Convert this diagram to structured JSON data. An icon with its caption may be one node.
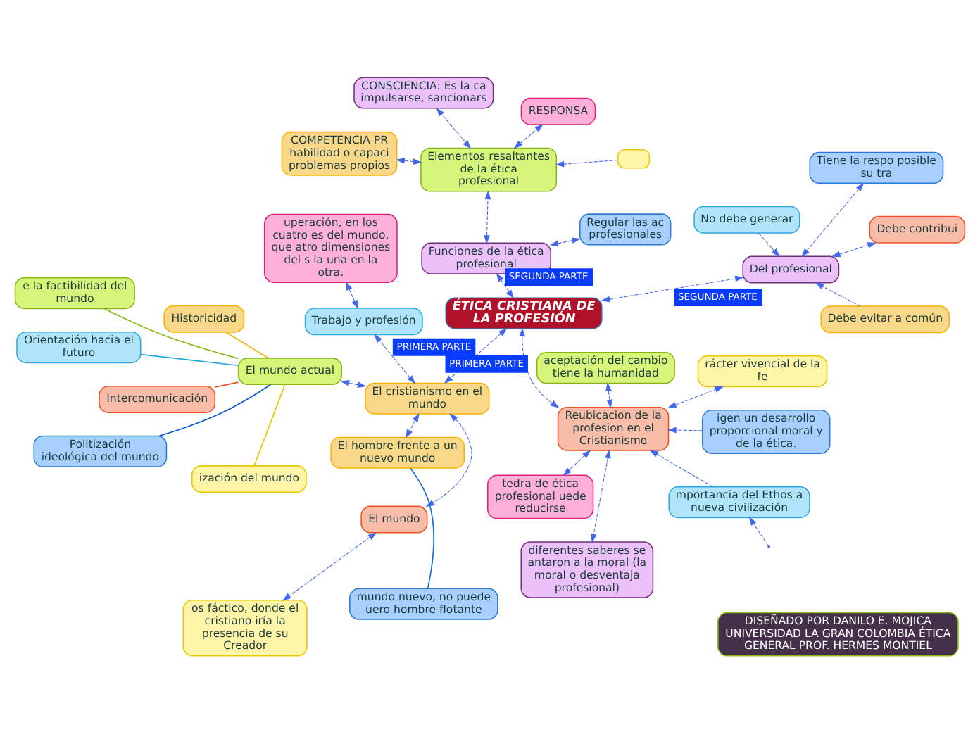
{
  "diagram": {
    "nodes": [
      {
        "text": [
          "ÉTICA CRISTIANA DE LA PROFESIÓN"
        ]
      },
      {
        "text": [
          "Reubicacion de la profesion en el Cristianismo"
        ]
      },
      {
        "text": [
          "mportancia del Ethos a nueva civilización"
        ]
      },
      {
        "text": [
          "aceptación del cambio tiene la humanidad"
        ]
      },
      {
        "text": [
          "rácter vivencial de la fe"
        ]
      },
      {
        "text": [
          "tedra de ética profesional uede reducirse"
        ]
      },
      {
        "text": [
          "diferentes saberes se antaron a la moral (la moral o desventaja profesional)"
        ]
      },
      {
        "text": [
          "igen un desarrollo proporcional moral y de la ética."
        ]
      },
      {
        "text": [
          "El cristianismo en el mundo"
        ]
      },
      {
        "text": [
          "El mundo"
        ]
      },
      {
        "text": [
          "os fáctico, donde el  cristiano iría la presencia de su Creador"
        ]
      },
      {
        "text": [
          "El hombre frente a un nuevo mundo"
        ]
      },
      {
        "text": [
          "mundo nuevo, no puede uero hombre flotante"
        ]
      },
      {
        "text": [
          "Trabajo y profesión"
        ]
      },
      {
        "text": [
          "uperación, en los cuatro es del mundo, que atro dimensiones del s la una en la otra."
        ]
      },
      {
        "text": [
          "El mundo actual"
        ]
      },
      {
        "text": [
          "ización del mundo"
        ]
      },
      {
        "text": [
          "e la factibilidad del mundo"
        ]
      },
      {
        "text": [
          "Orientación hacia el futuro"
        ]
      },
      {
        "text": [
          "Historicidad"
        ]
      },
      {
        "text": [
          "Intercomunicación"
        ]
      },
      {
        "text": [
          "Politización ideológica del mundo"
        ]
      },
      {
        "text": [
          "Funciones de la ética profesional"
        ]
      },
      {
        "text": [
          "Regular las ac profesionales"
        ]
      },
      {
        "text": [
          "Elementos resaltantes de la ética profesional"
        ]
      },
      {
        "text": [],
        "shape": "box"
      },
      {
        "text": [
          "RESPONSA"
        ]
      },
      {
        "text": [
          "CONSCIENCIA: Es la ca impulsarse, sancionars"
        ]
      },
      {
        "text": [
          "COMPETENCIA PR habilidad o capaci problemas propios"
        ]
      },
      {
        "text": [
          "Del profesional"
        ]
      },
      {
        "text": [
          "Tiene la respo posible su tra"
        ]
      },
      {
        "text": [
          "Debe contribui"
        ]
      },
      {
        "text": [
          "Debe evitar a común"
        ]
      },
      {
        "text": [
          "No debe generar"
        ]
      },
      {
        "text": [
          "DISEÑADO POR DANILO E. MOJICA UNIVERSIDAD LA GRAN COLOMBIA ÉTICA GENERAL PROF. HERMES MONTIEL"
        ]
      }
    ],
    "edges": [
      {
        "from": 1,
        "to": 0,
        "arrow": "both",
        "label": "PRIMERA PARTE",
        "style": "dashed"
      },
      {
        "from": null,
        "to": 2,
        "arrow": "to",
        "style": "dashed"
      },
      {
        "from": 2,
        "to": 1,
        "arrow": "to",
        "style": "dashed"
      },
      {
        "from": 1,
        "to": 3,
        "arrow": "both",
        "style": "dashed"
      },
      {
        "from": 1,
        "to": 4,
        "arrow": "both",
        "style": "dashed"
      },
      {
        "from": 1,
        "to": 5,
        "arrow": "both",
        "style": "dashed"
      },
      {
        "from": 1,
        "to": 6,
        "arrow": "both",
        "style": "dashed"
      },
      {
        "from": 7,
        "to": 1,
        "arrow": "to",
        "style": "dashed"
      },
      {
        "from": 0,
        "to": 8,
        "arrow": "both",
        "label": "PRIMERA PARTE",
        "style": "dashed"
      },
      {
        "from": 8,
        "to": 9,
        "arrow": "both",
        "style": "dashed"
      },
      {
        "from": 8,
        "to": 11,
        "arrow": "both",
        "style": "dashed"
      },
      {
        "from": 8,
        "to": 13,
        "arrow": "both",
        "style": "dashed"
      },
      {
        "from": 8,
        "to": 15,
        "arrow": "both",
        "style": "dashed"
      },
      {
        "from": 9,
        "to": 10,
        "arrow": "both",
        "style": "dashed"
      },
      {
        "from": 11,
        "to": 12,
        "arrow": "none",
        "color": "#1f6fd0"
      },
      {
        "from": 13,
        "to": 14,
        "arrow": "both",
        "style": "dashed"
      },
      {
        "from": 15,
        "to": 16,
        "arrow": "none",
        "color": "#e8c800"
      },
      {
        "from": 15,
        "to": 17,
        "arrow": "none",
        "color": "#88b818"
      },
      {
        "from": 15,
        "to": 18,
        "arrow": "none",
        "color": "#20a8e0"
      },
      {
        "from": 15,
        "to": 19,
        "arrow": "none",
        "color": "#f8b000"
      },
      {
        "from": 15,
        "to": 20,
        "arrow": "none",
        "color": "#f05020"
      },
      {
        "from": 15,
        "to": 21,
        "arrow": "none",
        "color": "#0a5cc8"
      },
      {
        "from": 0,
        "to": 22,
        "arrow": "both",
        "label": "SEGUNDA PARTE",
        "style": "dashed"
      },
      {
        "from": 22,
        "to": 23,
        "arrow": "both",
        "style": "dashed"
      },
      {
        "from": 22,
        "to": 24,
        "arrow": "both",
        "style": "dashed"
      },
      {
        "from": 25,
        "to": 24,
        "arrow": "to",
        "style": "dashed"
      },
      {
        "from": 24,
        "to": 26,
        "arrow": "both",
        "style": "dashed"
      },
      {
        "from": 24,
        "to": 27,
        "arrow": "both",
        "style": "dashed"
      },
      {
        "from": 24,
        "to": 28,
        "arrow": "both",
        "style": "dashed"
      },
      {
        "from": 0,
        "to": 29,
        "arrow": "both",
        "label": "SEGUNDA PARTE",
        "style": "dashed"
      },
      {
        "from": 29,
        "to": 30,
        "arrow": "both",
        "style": "dashed"
      },
      {
        "from": 29,
        "to": 31,
        "arrow": "both",
        "style": "dashed"
      },
      {
        "from": 32,
        "to": 29,
        "arrow": "to",
        "style": "dashed"
      },
      {
        "from": 33,
        "to": 29,
        "arrow": "to",
        "style": "dashed"
      }
    ]
  }
}
